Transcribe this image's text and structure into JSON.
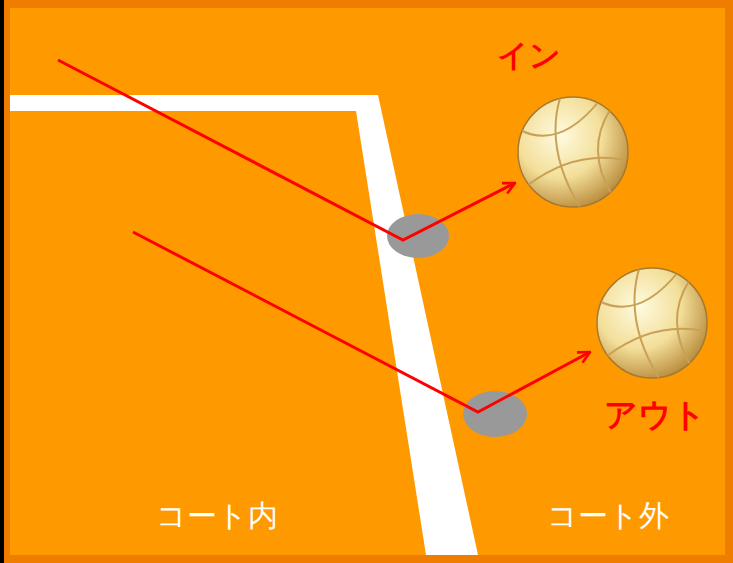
{
  "diagram": {
    "labels": [
      "イン",
      "アウト",
      "コート内",
      "コート外"
    ]
  }
}
